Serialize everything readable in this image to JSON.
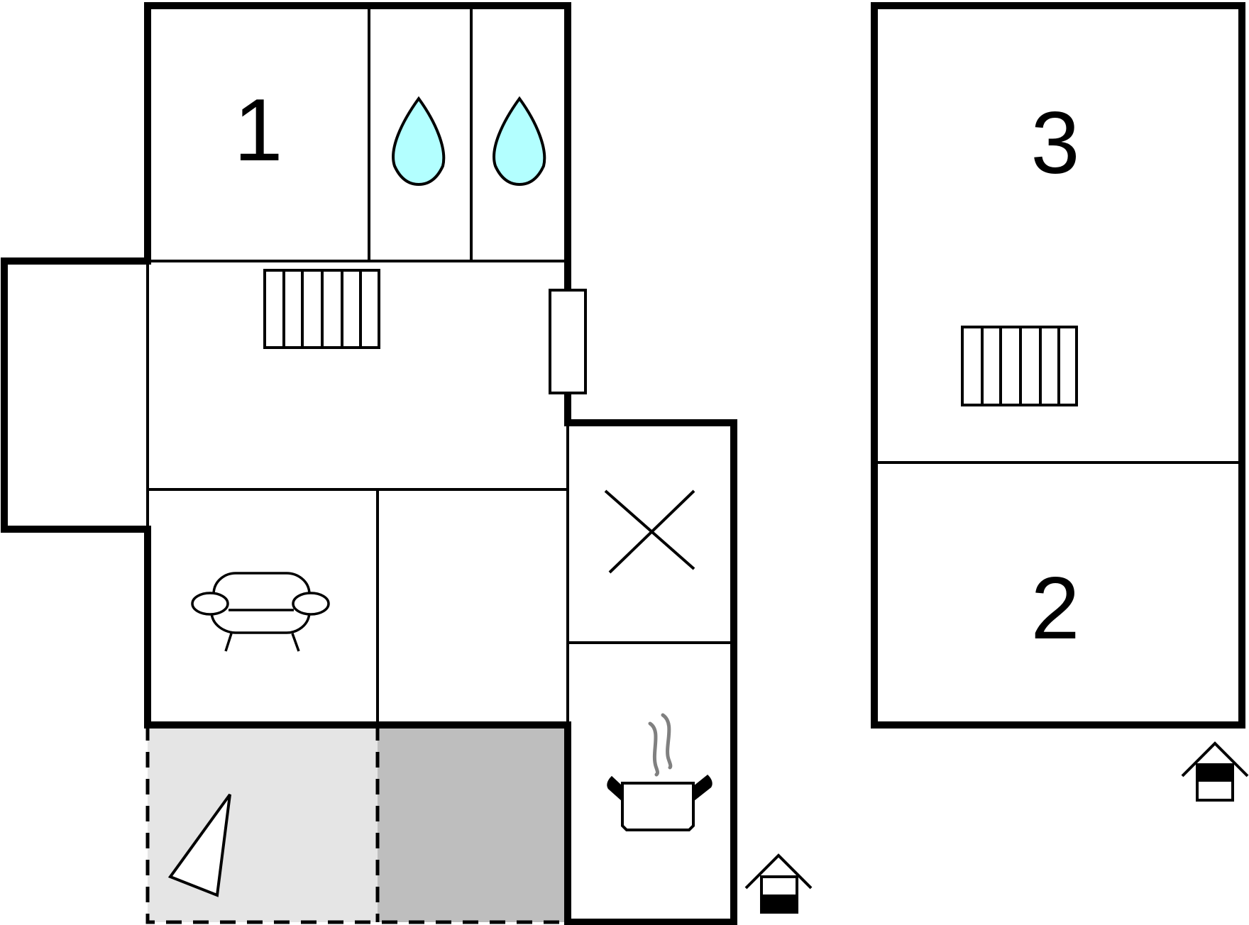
{
  "floorplan": {
    "room_labels": {
      "bedroom_1": "1",
      "bedroom_2": "2",
      "bedroom_3": "3"
    },
    "icons": [
      "water-drop-icon",
      "water-drop-icon",
      "radiator-icon",
      "radiator-icon",
      "sofa-icon",
      "cross-icon",
      "cooking-pot-icon",
      "entrance-icon",
      "entrance-icon",
      "sail-icon"
    ],
    "colors": {
      "wall": "#000000",
      "water_drop": "#b3ffff",
      "terrace_light": "#e5e5e5",
      "terrace_dark": "#bebebe",
      "steam": "#808080",
      "background": "#ffffff"
    }
  }
}
